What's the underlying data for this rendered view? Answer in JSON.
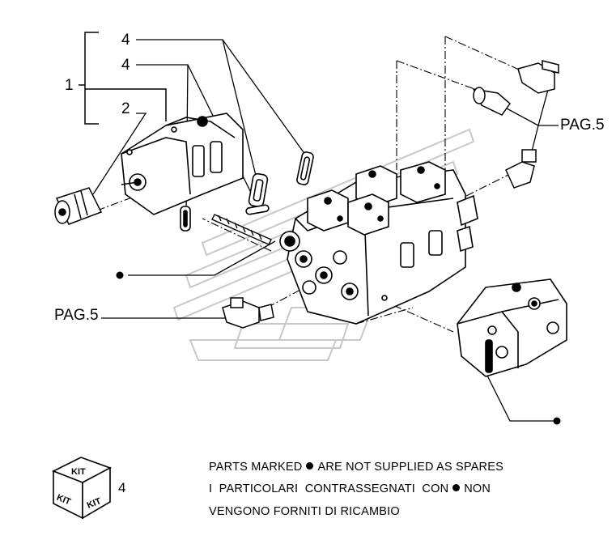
{
  "callouts": {
    "group_1": "1",
    "item_2": "2",
    "item_4a": "4",
    "item_4b": "4",
    "pag5_left": "PAG.5",
    "pag5_right": "PAG.5"
  },
  "kit_icon": {
    "top": "KIT",
    "left": "KIT",
    "right": "KIT",
    "number": "4"
  },
  "note": {
    "line1_a": "PARTS MARKED",
    "line1_b": "ARE NOT SUPPLIED AS SPARES",
    "line2_a": "I  PARTICOLARI  CONTRASSEGNATI  CON",
    "line2_b": "NON",
    "line3": "VENGONO FORNITI DI RICAMBIO"
  }
}
